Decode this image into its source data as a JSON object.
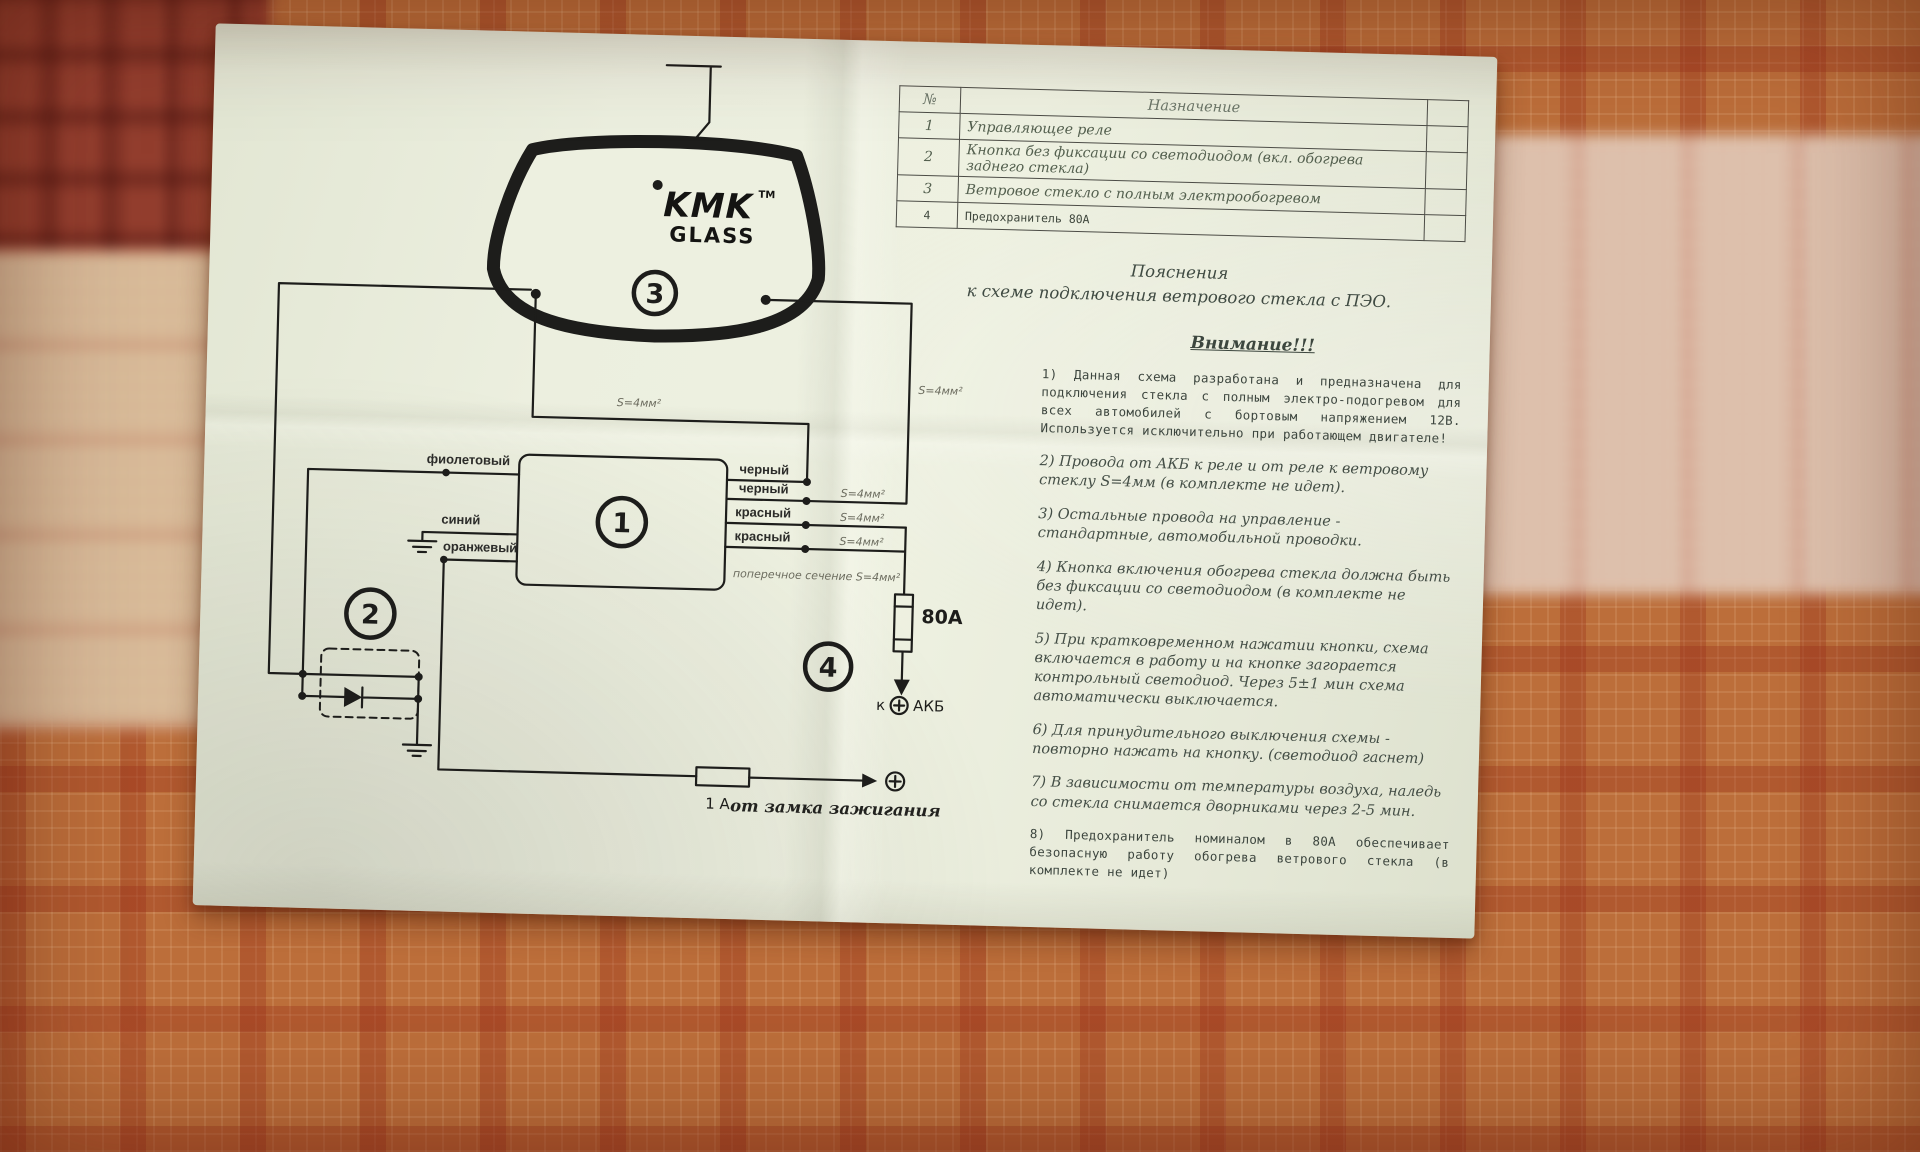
{
  "legend_table": {
    "col_no": "№",
    "col_name": "Назначение",
    "rows": [
      {
        "no": "1",
        "name": "Управляющее реле"
      },
      {
        "no": "2",
        "name": "Кнопка без фиксации со светодиодом (вкл. обогрева заднего стекла)"
      },
      {
        "no": "3",
        "name": "Ветровое стекло с полным электрообогревом"
      },
      {
        "no": "4",
        "name": "Предохранитель 80А"
      }
    ]
  },
  "notes": {
    "title1": "Пояснения",
    "title2": "к схеме подключения ветрового стекла с ПЭО.",
    "attention": "Внимание!!!",
    "items": [
      "1) Данная схема разработана и предназначена для подключения стекла с полным электро-подогревом для всех автомобилей с бортовым напряжением 12В.  Используется исключительно при работающем двигателе!",
      "2) Провода от АКБ к реле и от реле к ветровому стеклу S=4мм (в комплекте не идет).",
      "3) Остальные провода на управление - стандартные, автомобильной проводки.",
      "4) Кнопка включения обогрева стекла должна быть без фиксации со светодиодом (в комплекте не идет).",
      "5) При кратковременном нажатии кнопки, схема включается в работу и на кнопке загорается контрольный светодиод. Через 5±1 мин схема автоматически выключается.",
      "6) Для принудительного выключения схемы - повторно нажать на кнопку. (светодиод гаснет)",
      "7) В зависимости от температуры воздуха, наледь со стекла снимается дворниками через 2-5 мин.",
      "8) Предохранитель номиналом в 80А обеспечивает безопасную работу обогрева ветрового стекла (в комплекте не идет)"
    ]
  },
  "diagram": {
    "logo": {
      "brand": "KMK",
      "tm": "TM",
      "sub": "GLASS"
    },
    "num_relay": "1",
    "num_button": "2",
    "num_glass": "3",
    "num_fuse": "4",
    "labels": {
      "violet": "фиолетовый",
      "blue": "синий",
      "orange": "оранжевый",
      "black": "черный",
      "red": "красный"
    },
    "s4": "S=4мм²",
    "cross_section": "поперечное сечение S=4мм²",
    "fuse80": "80А",
    "battery_prefix": "к",
    "battery": "АКБ",
    "fuse1": "1 А",
    "ignition": "от замка зажигания"
  }
}
